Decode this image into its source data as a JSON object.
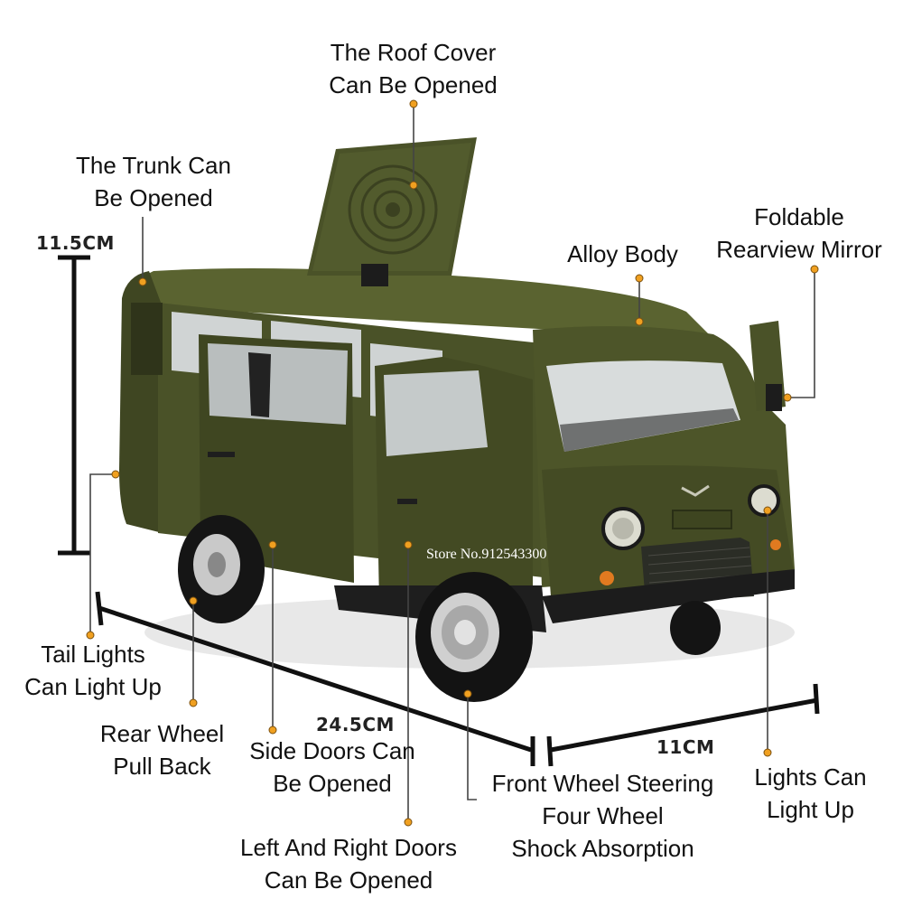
{
  "colors": {
    "body": "#4a5228",
    "body_shadow": "#363c1c",
    "body_highlight": "#6a7340",
    "callout_line": "#444444",
    "callout_dot": "#f0a020"
  },
  "callouts": {
    "roof_cover": [
      "The Roof Cover",
      "Can Be Opened"
    ],
    "trunk": [
      "The Trunk Can",
      "Be Opened"
    ],
    "alloy_body": [
      "Alloy Body"
    ],
    "mirror": [
      "Foldable",
      "Rearview Mirror"
    ],
    "tail_lights": [
      "Tail Lights",
      "Can Light Up"
    ],
    "rear_wheel": [
      "Rear Wheel",
      "Pull Back"
    ],
    "side_doors": [
      "Side Doors Can",
      "Be Opened"
    ],
    "lr_doors": [
      "Left And Right Doors",
      "Can Be Opened"
    ],
    "front_wheel": [
      "Front Wheel Steering",
      "Four Wheel",
      "Shock Absorption"
    ],
    "lights": [
      "Lights Can",
      "Light Up"
    ]
  },
  "dimensions": {
    "height": "11.5CM",
    "length": "24.5CM",
    "width": "11CM"
  },
  "watermark": "Store No.912543300"
}
